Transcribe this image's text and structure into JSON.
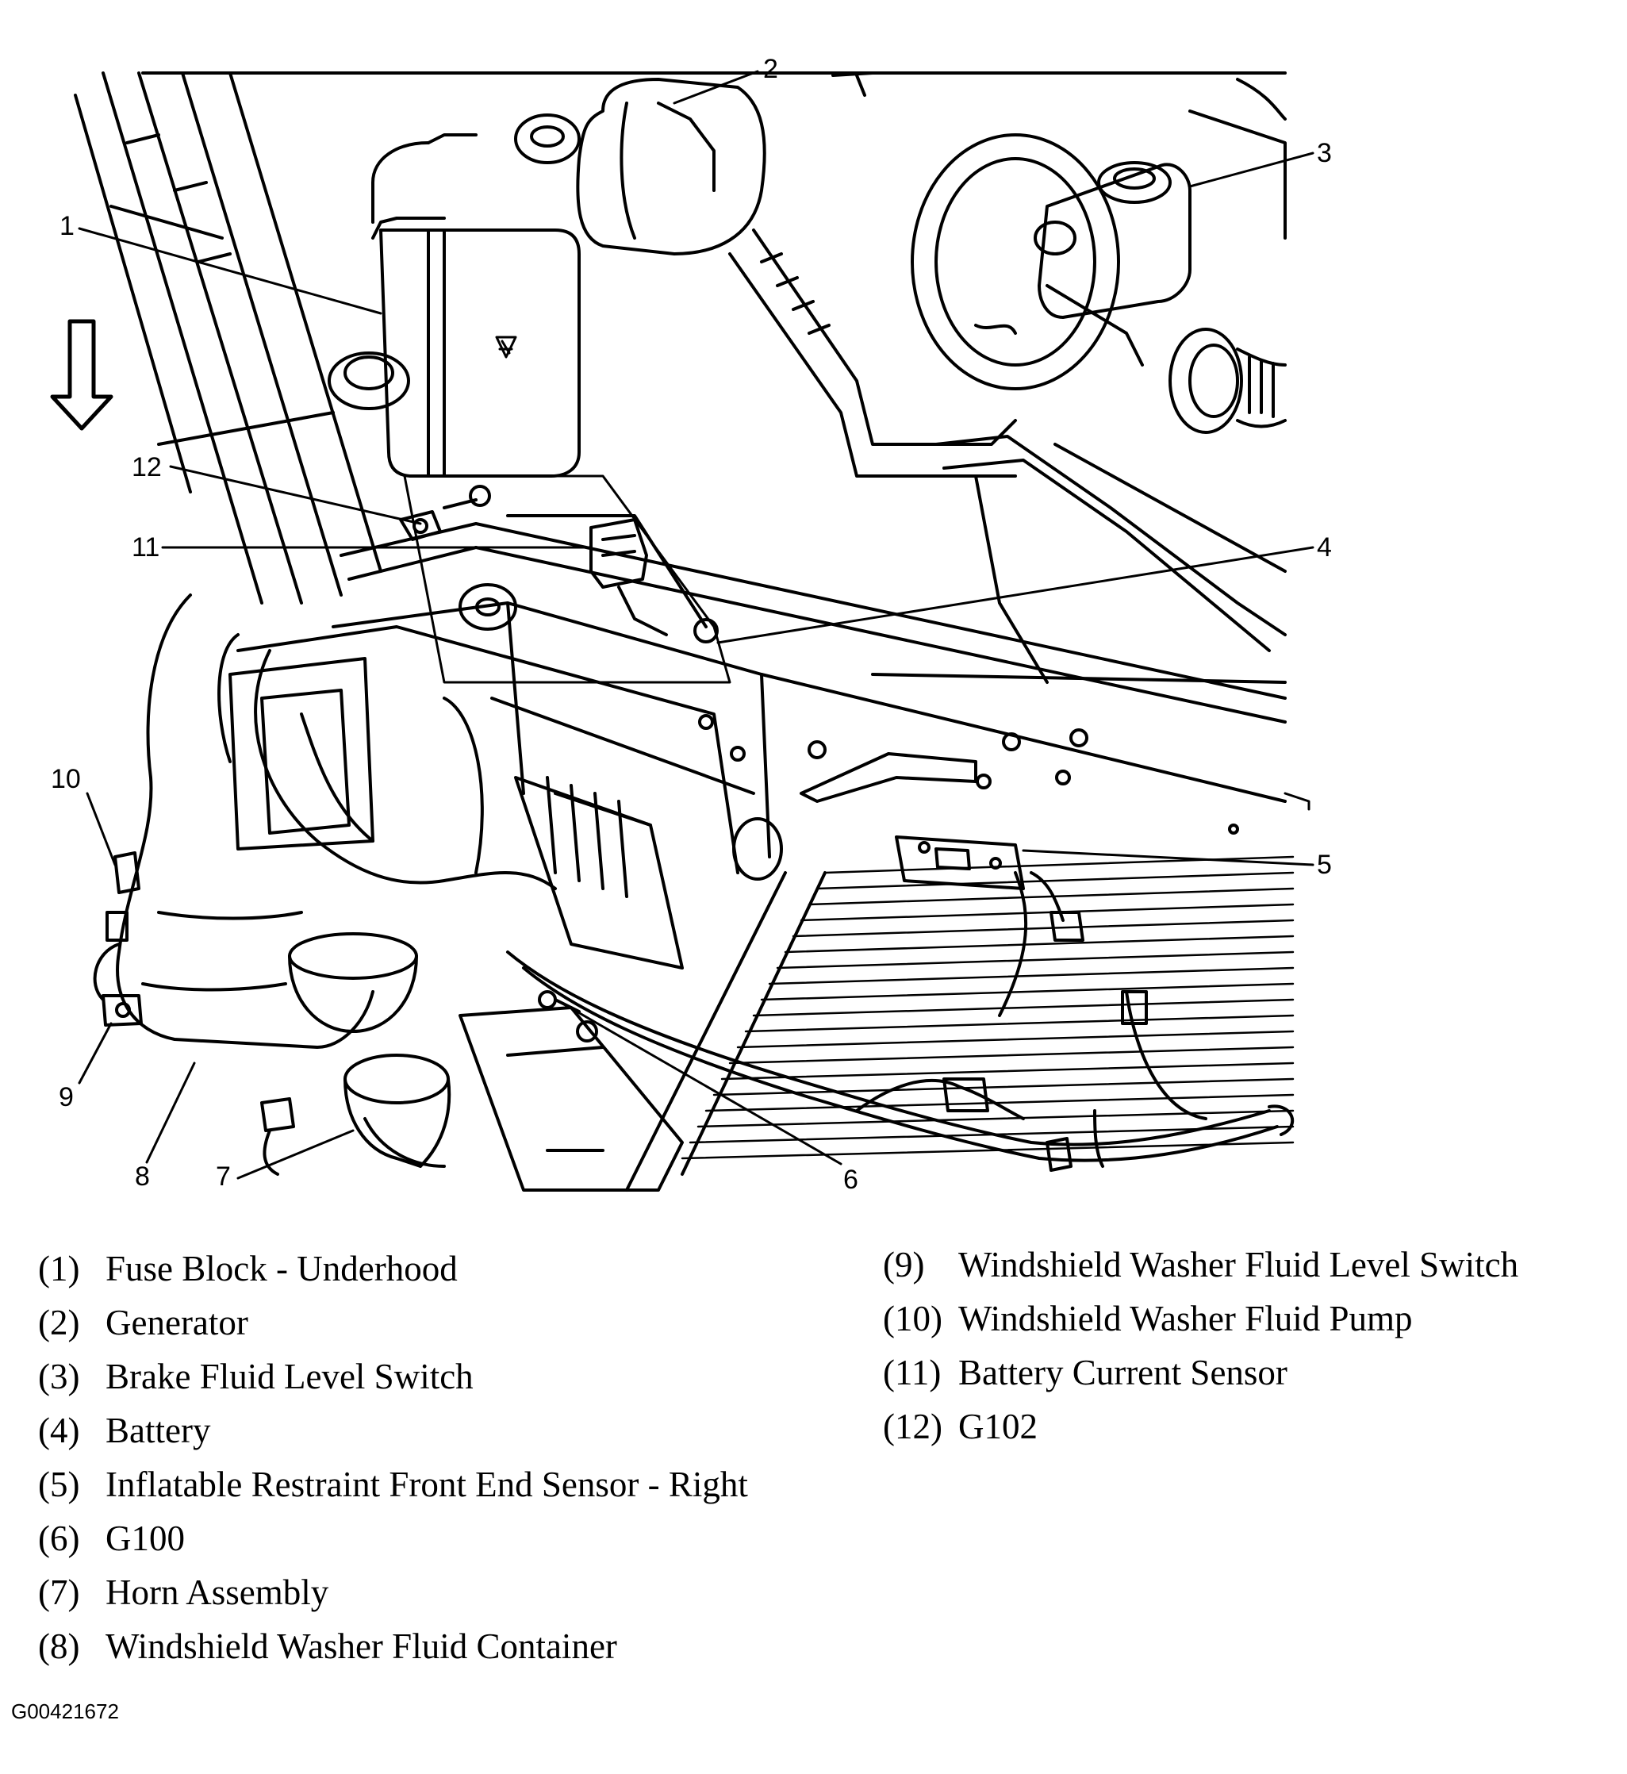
{
  "callouts": {
    "c1": "1",
    "c2": "2",
    "c3": "3",
    "c4": "4",
    "c5": "5",
    "c6": "6",
    "c7": "7",
    "c8": "8",
    "c9": "9",
    "c10": "10",
    "c11": "11",
    "c12": "12"
  },
  "legend": [
    {
      "num": "(1)",
      "text": "Fuse Block - Underhood"
    },
    {
      "num": "(2)",
      "text": "Generator"
    },
    {
      "num": "(3)",
      "text": "Brake Fluid Level Switch"
    },
    {
      "num": "(4)",
      "text": "Battery"
    },
    {
      "num": "(5)",
      "text": "Inflatable Restraint Front End Sensor - Right"
    },
    {
      "num": "(6)",
      "text": "G100"
    },
    {
      "num": "(7)",
      "text": "Horn Assembly"
    },
    {
      "num": "(8)",
      "text": "Windshield Washer Fluid Container"
    },
    {
      "num": "(9)",
      "text": "Windshield Washer Fluid Level Switch"
    },
    {
      "num": "(10)",
      "text": "Windshield Washer Fluid Pump"
    },
    {
      "num": "(11)",
      "text": "Battery Current Sensor"
    },
    {
      "num": "(12)",
      "text": "G102"
    }
  ],
  "figure_id": "G00421672",
  "colors": {
    "ink": "#000000",
    "background": "#ffffff"
  }
}
